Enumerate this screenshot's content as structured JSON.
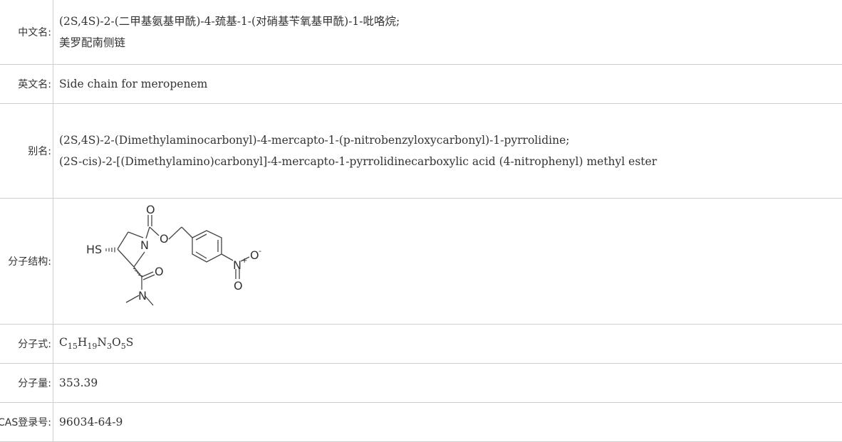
{
  "rows": {
    "chinese_name": {
      "label": "中文名:",
      "lines": [
        "(2S,4S)-2-(二甲基氨基甲酰)-4-巯基-1-(对硝基苄氧基甲酰)-1-吡咯烷;",
        "美罗配南侧链"
      ]
    },
    "english_name": {
      "label": "英文名:",
      "value": "Side chain for meropenem"
    },
    "alias": {
      "label": "别名:",
      "lines": [
        "(2S,4S)-2-(Dimethylaminocarbonyl)-4-mercapto-1-(p-nitrobenzyloxycarbonyl)-1-pyrrolidine;",
        "(2S-cis)-2-[(Dimethylamino)carbonyl]-4-mercapto-1-pyrrolidinecarboxylic acid (4-nitrophenyl) methyl ester"
      ]
    },
    "structure": {
      "label": "分子结构:",
      "atoms": {
        "hs": "HS",
        "n_ring": "N",
        "o_carbonyl": "O",
        "o_ester": "O",
        "o_amide": "O",
        "n_amide": "N",
        "n_nitro": "N",
        "plus": "+",
        "o_nitro1": "O",
        "minus": "-",
        "o_nitro2": "O"
      }
    },
    "formula": {
      "label": "分子式:",
      "parts": [
        "C",
        "15",
        "H",
        "19",
        "N",
        "3",
        "O",
        "5",
        "S"
      ]
    },
    "mol_weight": {
      "label": "分子量:",
      "value": "353.39"
    },
    "cas": {
      "label": "CAS登录号:",
      "value": "96034-64-9"
    }
  },
  "colors": {
    "border": "#cfcfcf",
    "text": "#333333",
    "bond": "#444444"
  }
}
